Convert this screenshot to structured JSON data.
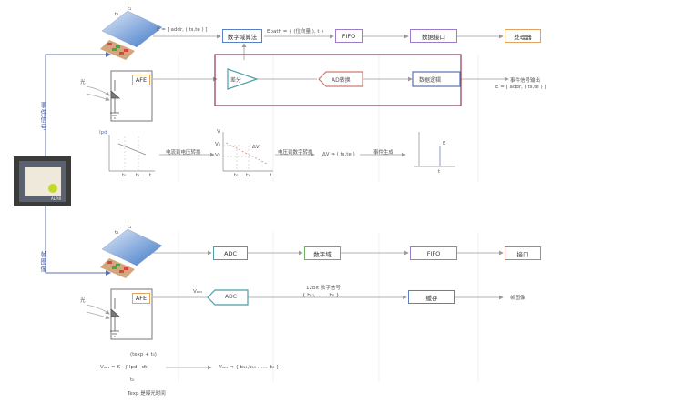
{
  "left_labels": {
    "event": "事件信号",
    "frame": "帧图像"
  },
  "chip_label": "ALPIX",
  "top": {
    "sensor_t1": "t₁",
    "sensor_t2": "t₂",
    "light": "光",
    "afe": "AFE",
    "formula_e": "E = [ addr, ( ts,te ) ]",
    "formula_epath": "Epath = { (位向量 ), t }",
    "digital_filter": "数字域算法",
    "fifo": "FIFO",
    "data_if": "数据接口",
    "processor": "处理器",
    "diff": "差分",
    "ad": "AD转换",
    "logic": "数据逻辑",
    "event_out": "事件信号输出",
    "event_out_formula": "E = [ addr, ( ts,te ) ]",
    "ipd": "Ipd",
    "curr_to_volt": "电流到电压转换",
    "volt_to_dig": "电压到数字转换",
    "dv_formula": "ΔV ⇒ ( ts,te )",
    "event_gen": "事件生成",
    "v_label": "V",
    "v0": "V₀",
    "v1": "V₁",
    "dv": "ΔV",
    "t": "t",
    "t0": "t₀",
    "t1": "t₁",
    "e": "E"
  },
  "bottom": {
    "sensor_t1": "t₁",
    "sensor_t2": "t₂",
    "light": "光",
    "afe": "AFE",
    "adc1": "ADC",
    "digital": "数字域",
    "fifo": "FIFO",
    "iface": "接口",
    "vaes": "Vₐₑₛ",
    "adc2": "ADC",
    "bits_label": "12bit 数字信号",
    "bits_formula": "{ b₁₁, …… b₀ }",
    "cache": "缓存",
    "frame_img": "帧图像",
    "integral": "Vₐₑₛ = K · ∫ Ipd · dt",
    "integral_upper": "(texp + t₀)",
    "integral_lower": "t₀",
    "vaes_formula": "Vₐₑₛ ⇒ { b₁₁,b₁₀ …… b₀ }",
    "texp_note": "Texp 是曝光时间"
  },
  "colors": {
    "blue": "#5b7fc4",
    "green": "#6fae5e",
    "purple": "#9a7cc8",
    "red": "#d07a6f",
    "orange": "#e0a360",
    "darkred": "#8b3a4a",
    "teal": "#4a9ea8",
    "accent_label": "#4a5ea8"
  }
}
